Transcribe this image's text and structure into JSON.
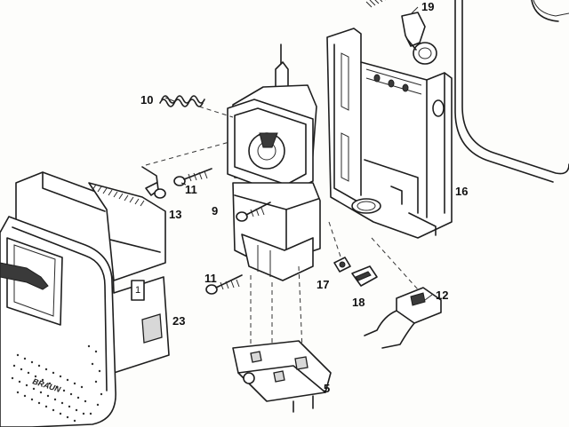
{
  "diagram": {
    "parts": [
      {
        "id": "p19",
        "label": "19"
      },
      {
        "id": "p10",
        "label": "10"
      },
      {
        "id": "p11a",
        "label": "11"
      },
      {
        "id": "p13",
        "label": "13"
      },
      {
        "id": "p9",
        "label": "9"
      },
      {
        "id": "p16",
        "label": "16"
      },
      {
        "id": "p11b",
        "label": "11"
      },
      {
        "id": "p17",
        "label": "17"
      },
      {
        "id": "p18",
        "label": "18"
      },
      {
        "id": "p12",
        "label": "12"
      },
      {
        "id": "p23",
        "label": "23"
      },
      {
        "id": "p15",
        "label": "5"
      },
      {
        "id": "p1",
        "label": "1"
      }
    ],
    "brand_text": "BRAUN"
  }
}
